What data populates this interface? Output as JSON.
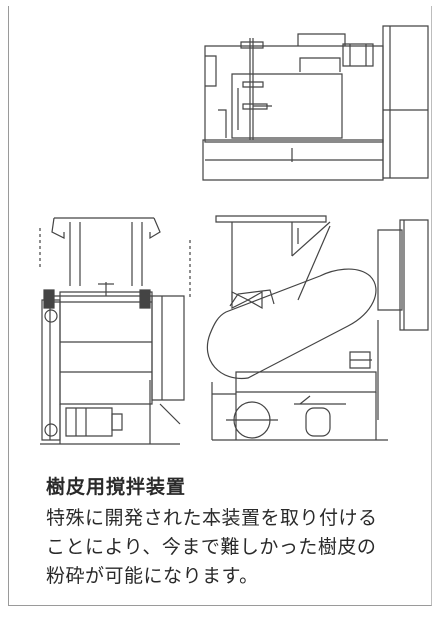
{
  "caption": {
    "title": "樹皮用撹拌装置",
    "body_lines": [
      "特殊に開発された本装置を取り付ける",
      "ことにより、今まで難しかった樹皮の",
      "粉砕が可能になります。"
    ]
  },
  "drawing": {
    "views": [
      "top-view",
      "front-view",
      "side-view"
    ],
    "line_color": "#444444"
  }
}
